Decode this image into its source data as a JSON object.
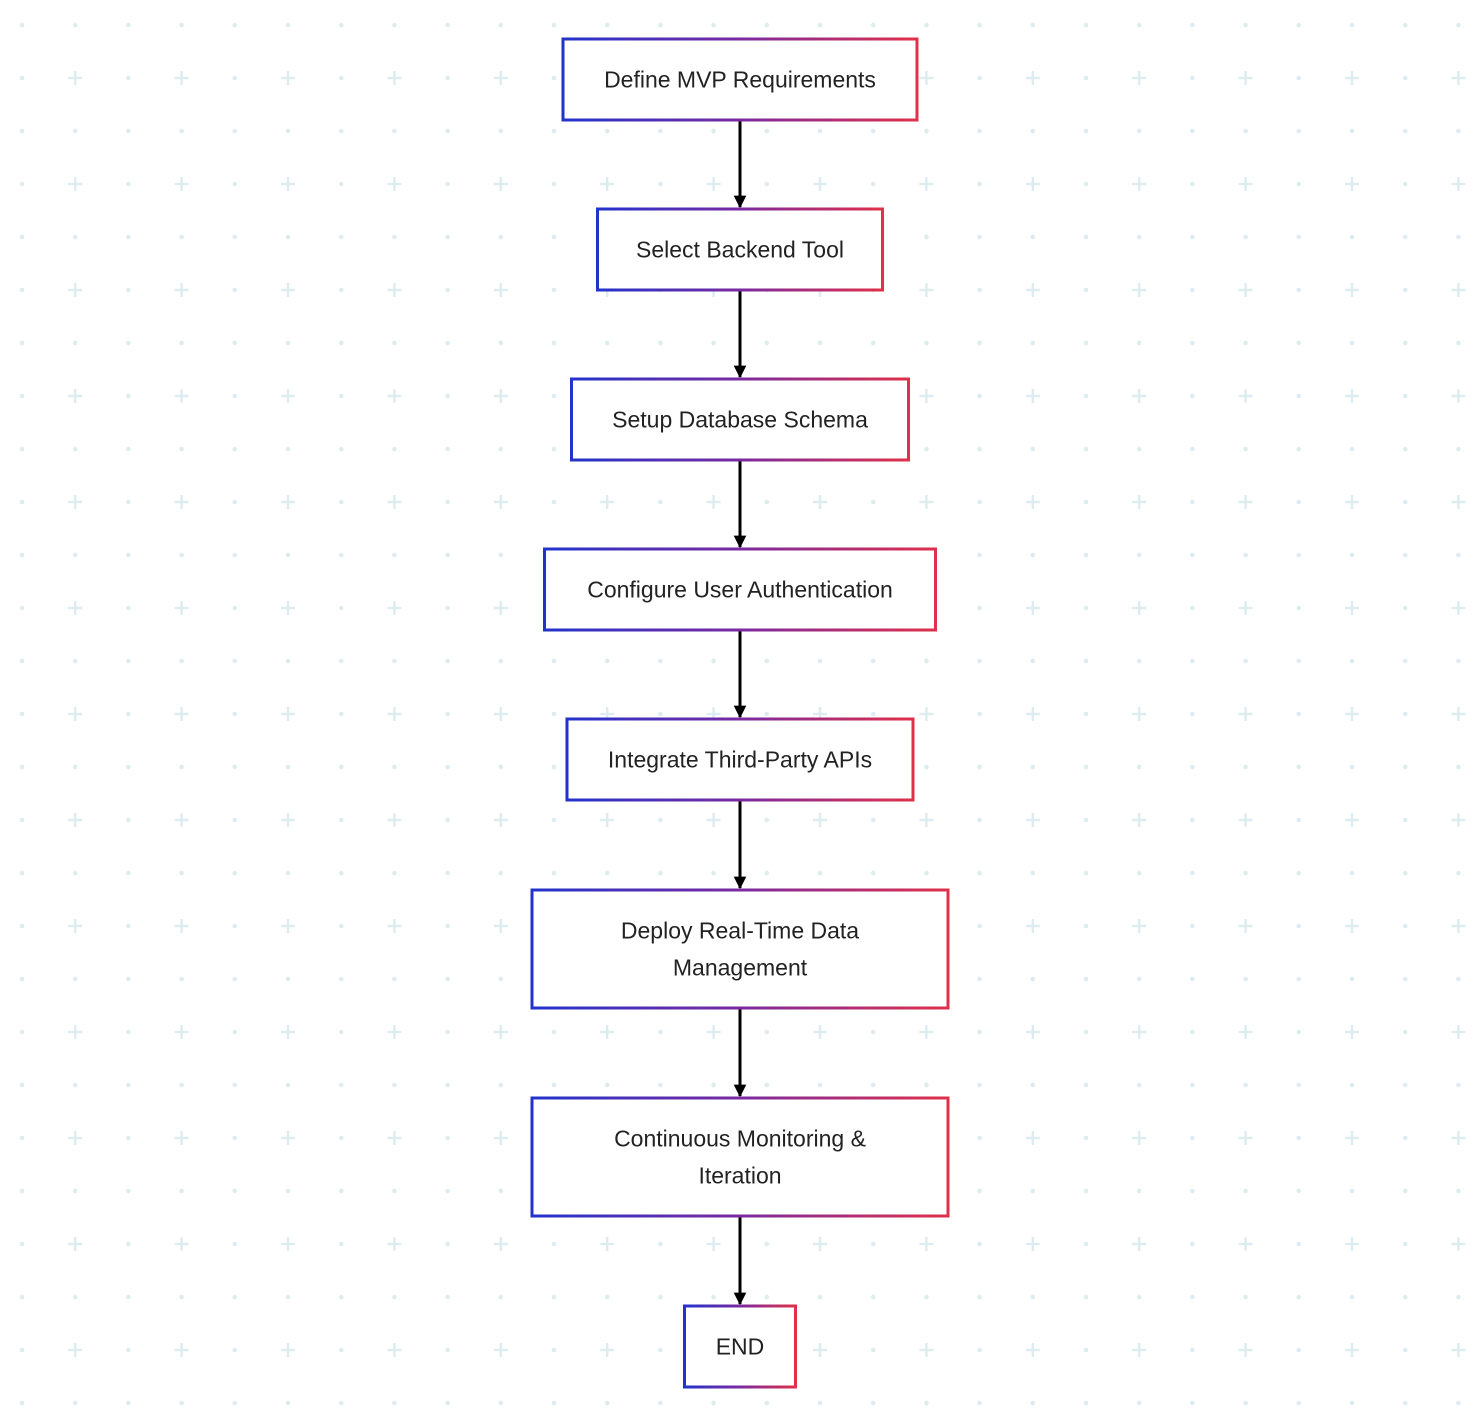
{
  "diagram": {
    "type": "flowchart",
    "direction": "top-to-bottom",
    "nodes": [
      {
        "id": "n1",
        "lines": [
          "Define MVP Requirements"
        ]
      },
      {
        "id": "n2",
        "lines": [
          "Select Backend Tool"
        ]
      },
      {
        "id": "n3",
        "lines": [
          "Setup Database Schema"
        ]
      },
      {
        "id": "n4",
        "lines": [
          "Configure User Authentication"
        ]
      },
      {
        "id": "n5",
        "lines": [
          "Integrate Third-Party APIs"
        ]
      },
      {
        "id": "n6",
        "lines": [
          "Deploy Real-Time Data",
          "Management"
        ]
      },
      {
        "id": "n7",
        "lines": [
          "Continuous Monitoring &",
          "Iteration"
        ]
      },
      {
        "id": "n8",
        "lines": [
          "END"
        ]
      }
    ],
    "edges": [
      {
        "from": "n1",
        "to": "n2"
      },
      {
        "from": "n2",
        "to": "n3"
      },
      {
        "from": "n3",
        "to": "n4"
      },
      {
        "from": "n4",
        "to": "n5"
      },
      {
        "from": "n5",
        "to": "n6"
      },
      {
        "from": "n6",
        "to": "n7"
      },
      {
        "from": "n7",
        "to": "n8"
      }
    ]
  },
  "style": {
    "background": "#ffffff",
    "grid_color": "#dcecf0",
    "node_fill": "#ffffff",
    "border_gradient": [
      "#2233cc",
      "#7a2aa0",
      "#e0304a"
    ],
    "text_color": "#222222",
    "arrow_color": "#000000"
  }
}
